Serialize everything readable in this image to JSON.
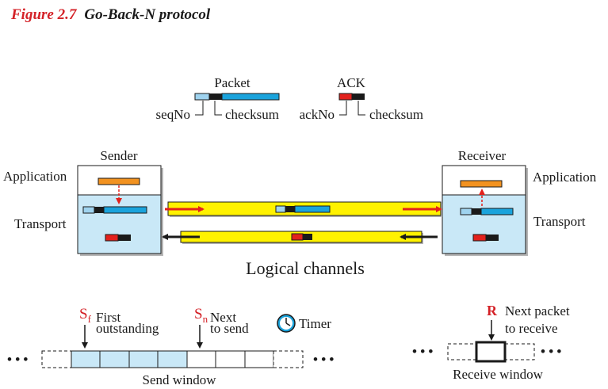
{
  "caption": {
    "figure": "Figure 2.7",
    "title": "Go-Back-N protocol"
  },
  "formats": {
    "packet_label": "Packet",
    "ack_label": "ACK",
    "seqno_label": "seqNo",
    "packet_checksum_label": "checksum",
    "ackno_label": "ackNo",
    "ack_checksum_label": "checksum"
  },
  "sender": {
    "title": "Sender",
    "application": "Application",
    "transport": "Transport"
  },
  "receiver": {
    "title": "Receiver",
    "application": "Application",
    "transport": "Transport"
  },
  "channels_label": "Logical channels",
  "send_window": {
    "sf_main": "S",
    "sf_sub": "f",
    "sf_line1": "First",
    "sf_line2": "outstanding",
    "sn_main": "S",
    "sn_sub": "n",
    "sn_line1": "Next",
    "sn_line2": "to send",
    "timer_label": "Timer",
    "label": "Send window",
    "dots": "• • •"
  },
  "receive_window": {
    "r_label": "R",
    "r_line1": "Next packet",
    "r_line2": "to receive",
    "label": "Receive window",
    "dots": "• • •"
  },
  "colors": {
    "caption": "#d42127",
    "packet_body": "#1aa3dc",
    "packet_seq": "#9fd3ef",
    "header_black": "#1a1a1a",
    "ack_red": "#e2211c",
    "app_orange": "#f29220",
    "transport_fill": "#c9e8f7",
    "channel_yellow": "#fff200",
    "arrow_red": "#e2211c",
    "window_fill": "#c9e8f7"
  }
}
